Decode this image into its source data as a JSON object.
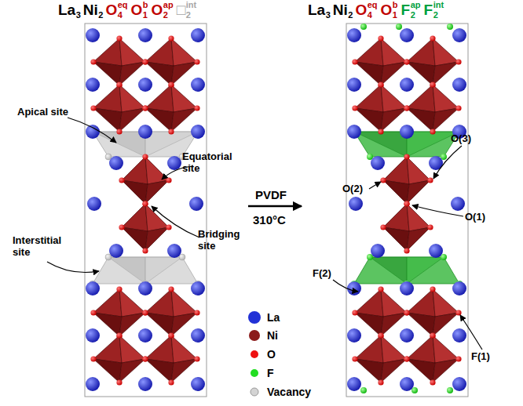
{
  "diagram": {
    "labels": [
      "La",
      "3",
      "Ni",
      "2",
      "O",
      "4",
      "eq",
      "O",
      "1",
      "b",
      "O",
      "2",
      "ap",
      "□",
      "2",
      "int",
      "La",
      "3",
      "Ni",
      "2",
      "O",
      "4",
      "eq",
      "O",
      "1",
      "b",
      "F",
      "2",
      "ap",
      "F",
      "2",
      "int",
      "Apical site",
      "Equatorial site",
      "Interstitial site",
      "Bridging site",
      "O(3)",
      "O(2)",
      "O(1)",
      "F(2)",
      "F(1)",
      "PVDF",
      "310°C"
    ],
    "legend": [
      {
        "text": "La",
        "color": "#2231d6"
      },
      {
        "text": "Ni",
        "color": "#8b1a1a"
      },
      {
        "text": "O",
        "color": "#ee1111"
      },
      {
        "text": "F",
        "color": "#22dd22"
      },
      {
        "text": "Vacancy",
        "color": "#d4d4d4"
      }
    ]
  }
}
